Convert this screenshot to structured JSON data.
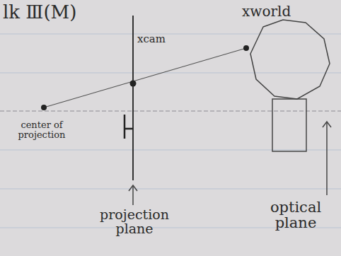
{
  "diagram": {
    "labels": [
      "lk Ⅲ(M)",
      "xcam",
      "xworld",
      "center of projection",
      "projection plane",
      "optical plane"
    ]
  }
}
